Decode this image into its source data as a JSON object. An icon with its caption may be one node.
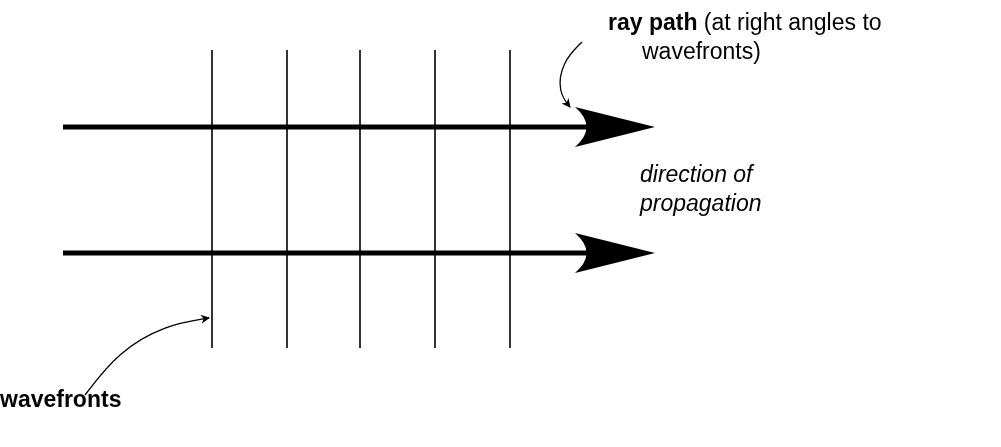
{
  "diagram": {
    "nodes": [
      {
        "text": [
          "**ray path** (at right angles to wavefronts)"
        ]
      },
      {
        "text": [],
        "shape": "arrow"
      },
      {
        "text": [],
        "shape": "arrow"
      },
      {
        "text": [],
        "shape": "line"
      },
      {
        "text": [],
        "shape": "line"
      },
      {
        "text": [],
        "shape": "line"
      },
      {
        "text": [],
        "shape": "line"
      },
      {
        "text": [],
        "shape": "line"
      },
      {
        "text": [
          "wavefronts"
        ]
      }
    ],
    "edges": [
      {
        "from": 0,
        "to": 1,
        "arrow": "to"
      },
      {
        "from": 8,
        "to": 3,
        "arrow": "to"
      }
    ],
    "labels": [
      "direction of propagation"
    ]
  }
}
